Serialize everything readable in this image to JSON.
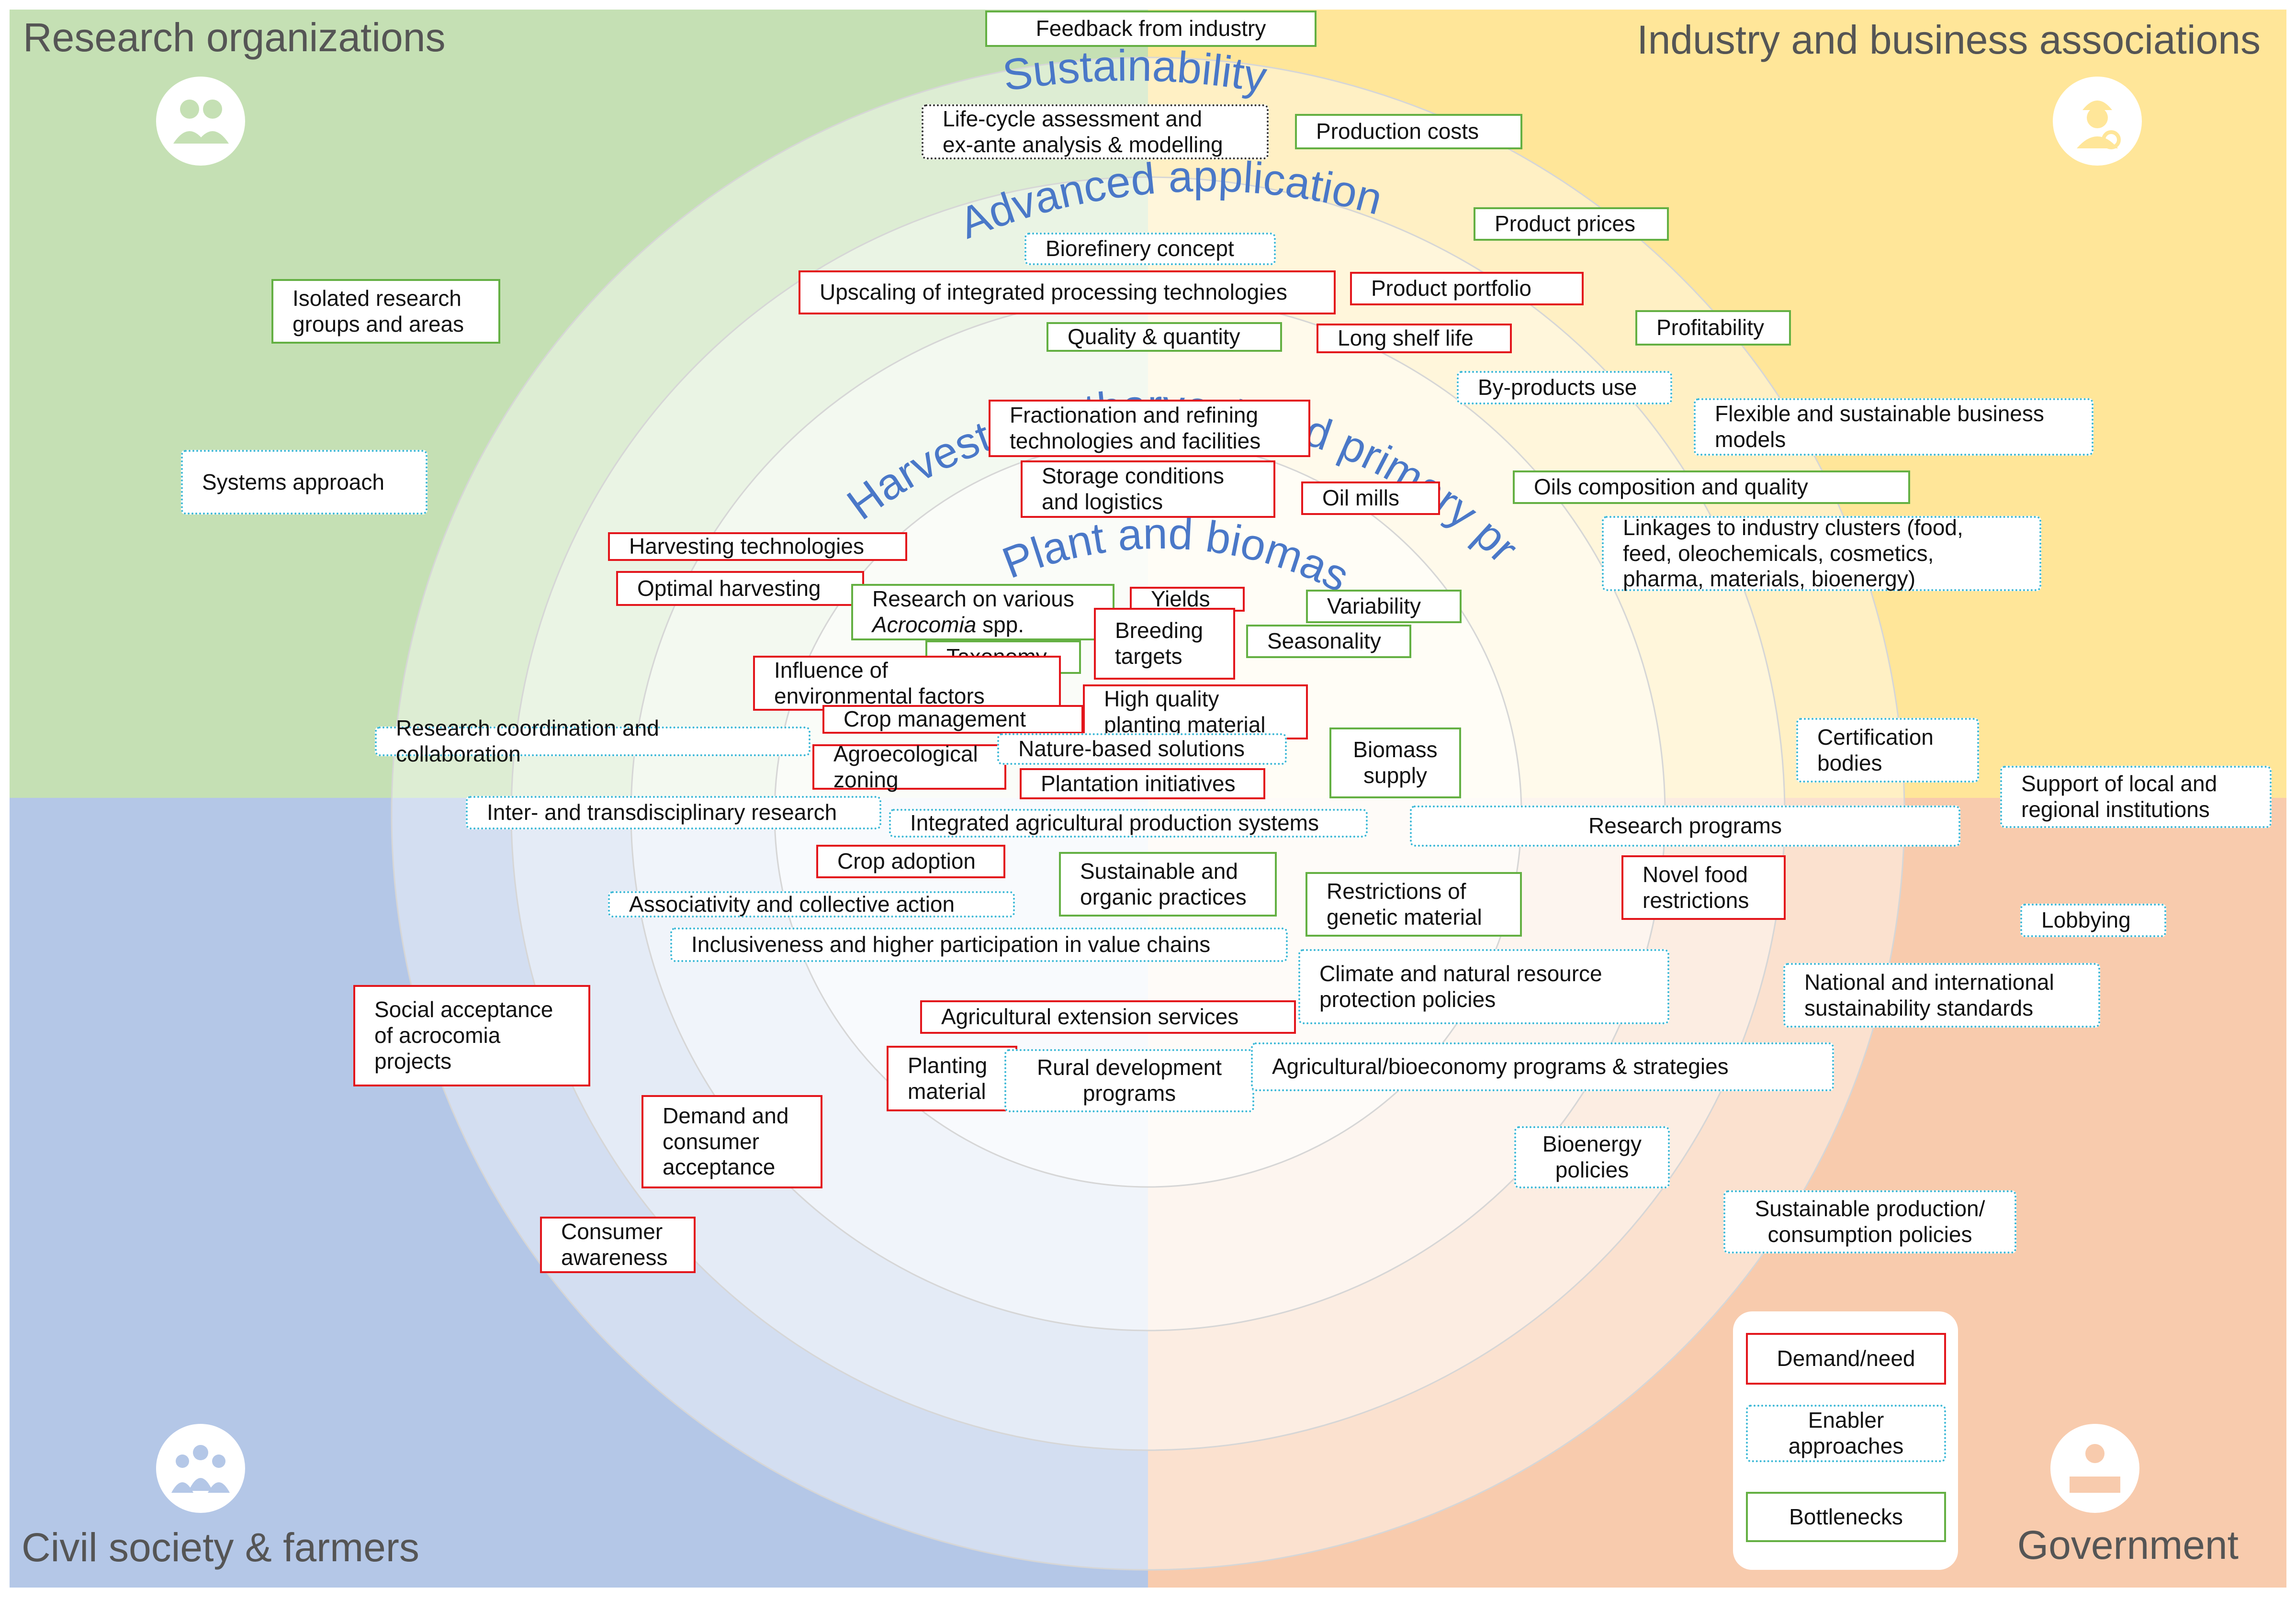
{
  "quadrants": {
    "research": {
      "label": "Research organizations",
      "color": "#c5e0b4",
      "icon": "researchers-icon"
    },
    "industry": {
      "label": "Industry and business associations",
      "color": "#ffe699",
      "icon": "industry-worker-icon"
    },
    "civil": {
      "label": "Civil society & farmers",
      "color": "#b4c7e7",
      "icon": "community-group-icon"
    },
    "government": {
      "label": "Government",
      "color": "#f8cbad",
      "icon": "government-official-icon"
    }
  },
  "rings": {
    "outer": "Sustainability",
    "second": "Advanced applications",
    "third": "Harvest, postharvest and primary processing",
    "inner": "Plant and biomass"
  },
  "colors": {
    "demand": "#e3161c",
    "enabler": "#3cb8d6",
    "bottleneck": "#64b043",
    "ring_label": "#4a78c8"
  },
  "legend": {
    "demand": "Demand/need",
    "enabler": "Enabler\napproaches",
    "bottleneck": "Bottlenecks"
  },
  "items": {
    "feedback_industry": "Feedback from industry",
    "lca": "Life-cycle assessment and\nex-ante analysis & modelling",
    "production_costs": "Production costs",
    "product_prices": "Product prices",
    "biorefinery": "Biorefinery concept",
    "upscaling": "Upscaling of integrated processing technologies",
    "product_portfolio": "Product portfolio",
    "profitability": "Profitability",
    "isolated_research": "Isolated research\ngroups and areas",
    "quality_quantity": "Quality & quantity",
    "long_shelf_life": "Long shelf life",
    "byproducts": "By-products use",
    "flexible_models": "Flexible and sustainable business\nmodels",
    "systems_approach": "Systems approach",
    "fractionation": "Fractionation and refining\ntechnologies and facilities",
    "storage": "Storage conditions\nand logistics",
    "oil_mills": "Oil mills",
    "oils_composition": "Oils composition and quality",
    "linkages": "Linkages to industry clusters (food,\nfeed, oleochemicals, cosmetics,\npharma, materials, bioenergy)",
    "harvesting_tech": "Harvesting technologies",
    "optimal_harvesting": "Optimal harvesting",
    "research_various": "Research on various",
    "acrocomia": "Acrocomia",
    "spp": " spp.",
    "yields": "Yields",
    "variability": "Variability",
    "breeding": "Breeding\ntargets",
    "seasonality": "Seasonality",
    "taxonomy": "Taxonomy",
    "env_factors": "Influence of\nenvironmental factors",
    "high_quality": "High quality\nplanting material",
    "crop_management": "Crop management",
    "research_coord": "Research coordination and collaboration",
    "agroecological": "Agroecological\nzoning",
    "nature_based": "Nature-based solutions",
    "biomass_supply": "Biomass\nsupply",
    "certification": "Certification\nbodies",
    "plantation": "Plantation initiatives",
    "support_local": "Support of local and\nregional institutions",
    "inter_trans": "Inter- and transdisciplinary research",
    "integrated_systems": "Integrated agricultural production systems",
    "research_programs": "Research programs",
    "crop_adoption": "Crop adoption",
    "sustainable_organic": "Sustainable and\norganic practices",
    "restrictions_genetic": "Restrictions of\ngenetic material",
    "novel_food": "Novel food\nrestrictions",
    "associativity": "Associativity and collective action",
    "lobbying": "Lobbying",
    "inclusiveness": "Inclusiveness and higher participation in value chains",
    "climate_policies": "Climate and natural resource\nprotection policies",
    "national_standards": "National and international\nsustainability standards",
    "social_acceptance": "Social acceptance\nof acrocomia\nprojects",
    "extension_services": "Agricultural extension services",
    "planting_material": "Planting\nmaterial",
    "rural_dev": "Rural development\nprograms",
    "agri_bioeconomy": "Agricultural/bioeconomy programs & strategies",
    "demand_consumer": "Demand and\nconsumer\nacceptance",
    "bioenergy_policies": "Bioenergy\npolicies",
    "sustainable_production": "Sustainable production/\nconsumption policies",
    "consumer_awareness": "Consumer\nawareness"
  }
}
